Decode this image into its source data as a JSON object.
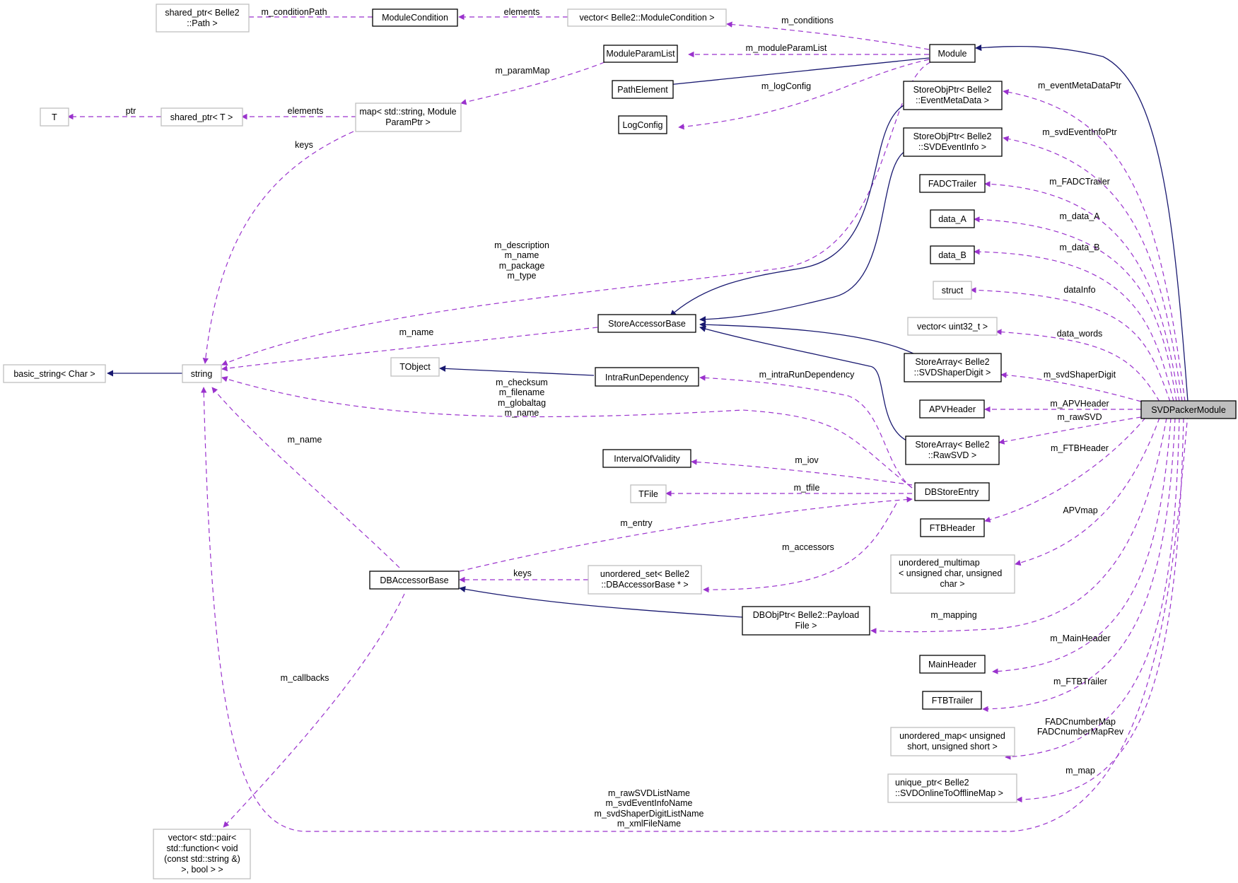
{
  "colors": {
    "usage_edge": "#9a32cd",
    "inherit_edge": "#191970",
    "focus_fill": "#bfbfbf",
    "external_border": "#bfbfbf",
    "documented_border": "#000000"
  },
  "nodes": {
    "svdPackerModule": {
      "lines": [
        "SVDPackerModule"
      ],
      "kind": "focus"
    },
    "module": {
      "lines": [
        "Module"
      ],
      "kind": "documented"
    },
    "moduleParamList": {
      "lines": [
        "ModuleParamList"
      ],
      "kind": "documented"
    },
    "pathElement": {
      "lines": [
        "PathElement"
      ],
      "kind": "documented"
    },
    "logConfig": {
      "lines": [
        "LogConfig"
      ],
      "kind": "documented"
    },
    "moduleCondition": {
      "lines": [
        "ModuleCondition"
      ],
      "kind": "documented"
    },
    "sharedPtrPath": {
      "lines": [
        "shared_ptr< Belle2",
        "::Path >"
      ],
      "kind": "external"
    },
    "vectorModuleCondition": {
      "lines": [
        "vector< Belle2::ModuleCondition >"
      ],
      "kind": "external"
    },
    "mapParam": {
      "lines": [
        "map< std::string, Module",
        "ParamPtr >"
      ],
      "kind": "external"
    },
    "sharedPtrT": {
      "lines": [
        "shared_ptr< T >"
      ],
      "kind": "external"
    },
    "T": {
      "lines": [
        "T"
      ],
      "kind": "external"
    },
    "basicString": {
      "lines": [
        "basic_string< Char >"
      ],
      "kind": "external"
    },
    "string": {
      "lines": [
        "string"
      ],
      "kind": "external"
    },
    "storeAccessorBase": {
      "lines": [
        "StoreAccessorBase"
      ],
      "kind": "documented"
    },
    "tObject": {
      "lines": [
        "TObject"
      ],
      "kind": "external"
    },
    "intraRunDependency": {
      "lines": [
        "IntraRunDependency"
      ],
      "kind": "documented"
    },
    "intervalOfValidity": {
      "lines": [
        "IntervalOfValidity"
      ],
      "kind": "documented"
    },
    "tFile": {
      "lines": [
        "TFile"
      ],
      "kind": "external"
    },
    "dbStoreEntry": {
      "lines": [
        "DBStoreEntry"
      ],
      "kind": "documented"
    },
    "dbAccessorBase": {
      "lines": [
        "DBAccessorBase"
      ],
      "kind": "documented"
    },
    "unorderedSetDBAccessor": {
      "lines": [
        "unordered_set< Belle2",
        "::DBAccessorBase * >"
      ],
      "kind": "external"
    },
    "dbObjPtrPayload": {
      "lines": [
        "DBObjPtr< Belle2::Payload",
        "File >"
      ],
      "kind": "documented"
    },
    "vectorCallbacks": {
      "lines": [
        "vector< std::pair<",
        "std::function< void",
        "(const std::string &)",
        ">, bool > >"
      ],
      "kind": "external"
    },
    "storeObjPtrEventMeta": {
      "lines": [
        "StoreObjPtr< Belle2",
        "::EventMetaData >"
      ],
      "kind": "documented"
    },
    "storeObjPtrSVDEventInfo": {
      "lines": [
        "StoreObjPtr< Belle2",
        "::SVDEventInfo >"
      ],
      "kind": "documented"
    },
    "fadcTrailer": {
      "lines": [
        "FADCTrailer"
      ],
      "kind": "documented"
    },
    "dataA": {
      "lines": [
        "data_A"
      ],
      "kind": "documented"
    },
    "dataB": {
      "lines": [
        "data_B"
      ],
      "kind": "documented"
    },
    "struct": {
      "lines": [
        "struct"
      ],
      "kind": "external"
    },
    "vectorUint32": {
      "lines": [
        "vector< uint32_t >"
      ],
      "kind": "external"
    },
    "storeArraySVDShaperDigit": {
      "lines": [
        "StoreArray< Belle2",
        "::SVDShaperDigit >"
      ],
      "kind": "documented"
    },
    "apvHeader": {
      "lines": [
        "APVHeader"
      ],
      "kind": "documented"
    },
    "storeArrayRawSVD": {
      "lines": [
        "StoreArray< Belle2",
        "::RawSVD >"
      ],
      "kind": "documented"
    },
    "ftbHeader": {
      "lines": [
        "FTBHeader"
      ],
      "kind": "documented"
    },
    "unorderedMultimap": {
      "lines": [
        "unordered_multimap",
        "< unsigned char, unsigned",
        "char >"
      ],
      "kind": "external"
    },
    "mainHeader": {
      "lines": [
        "MainHeader"
      ],
      "kind": "documented"
    },
    "ftbTrailer": {
      "lines": [
        "FTBTrailer"
      ],
      "kind": "documented"
    },
    "unorderedMapShort": {
      "lines": [
        "unordered_map< unsigned",
        "short, unsigned short >"
      ],
      "kind": "external"
    },
    "uniquePtrOnlineMap": {
      "lines": [
        "unique_ptr< Belle2",
        "::SVDOnlineToOfflineMap >"
      ],
      "kind": "external"
    }
  },
  "edges": [
    {
      "id": "e1",
      "kind": "usage",
      "labels": [
        "m_conditionPath"
      ]
    },
    {
      "id": "e2",
      "kind": "usage",
      "labels": [
        "elements"
      ]
    },
    {
      "id": "e3",
      "kind": "usage",
      "labels": [
        "m_conditions"
      ]
    },
    {
      "id": "e4",
      "kind": "usage",
      "labels": [
        "m_moduleParamList"
      ]
    },
    {
      "id": "e5",
      "kind": "inherit",
      "labels": []
    },
    {
      "id": "e6",
      "kind": "usage",
      "labels": [
        "m_logConfig"
      ]
    },
    {
      "id": "e7",
      "kind": "usage",
      "labels": [
        "m_paramMap"
      ]
    },
    {
      "id": "e8",
      "kind": "usage",
      "labels": [
        "elements"
      ]
    },
    {
      "id": "e9",
      "kind": "usage",
      "labels": [
        "ptr"
      ]
    },
    {
      "id": "e10",
      "kind": "usage",
      "labels": [
        "keys"
      ]
    },
    {
      "id": "e11",
      "kind": "inherit",
      "labels": []
    },
    {
      "id": "e12",
      "kind": "usage",
      "labels": [
        "m_description",
        "m_name",
        "m_package",
        "m_type"
      ]
    },
    {
      "id": "e13",
      "kind": "usage",
      "labels": [
        "m_name"
      ]
    },
    {
      "id": "e14",
      "kind": "usage",
      "labels": [
        "m_checksum",
        "m_filename",
        "m_globaltag",
        "m_name"
      ]
    },
    {
      "id": "e15",
      "kind": "usage",
      "labels": [
        "m_name"
      ]
    },
    {
      "id": "e16",
      "kind": "usage",
      "labels": [
        "m_rawSVDListName",
        "m_svdEventInfoName",
        "m_svdShaperDigitListName",
        "m_xmlFileName"
      ]
    },
    {
      "id": "e17",
      "kind": "inherit",
      "labels": []
    },
    {
      "id": "e18",
      "kind": "usage",
      "labels": [
        "m_intraRunDependency"
      ]
    },
    {
      "id": "e19",
      "kind": "usage",
      "labels": [
        "m_iov"
      ]
    },
    {
      "id": "e20",
      "kind": "usage",
      "labels": [
        "m_tfile"
      ]
    },
    {
      "id": "e21",
      "kind": "usage",
      "labels": [
        "m_entry"
      ]
    },
    {
      "id": "e22",
      "kind": "usage",
      "labels": [
        "m_accessors"
      ]
    },
    {
      "id": "e23",
      "kind": "usage",
      "labels": [
        "keys"
      ]
    },
    {
      "id": "e24",
      "kind": "inherit",
      "labels": []
    },
    {
      "id": "e25",
      "kind": "usage",
      "labels": [
        "m_callbacks"
      ]
    },
    {
      "id": "e26",
      "kind": "inherit",
      "labels": []
    },
    {
      "id": "e27",
      "kind": "inherit",
      "labels": []
    },
    {
      "id": "e28",
      "kind": "inherit",
      "labels": []
    },
    {
      "id": "e29",
      "kind": "inherit",
      "labels": []
    },
    {
      "id": "e30",
      "kind": "inherit",
      "labels": []
    },
    {
      "id": "e31",
      "kind": "usage",
      "labels": [
        "m_eventMetaDataPtr"
      ]
    },
    {
      "id": "e32",
      "kind": "usage",
      "labels": [
        "m_svdEventInfoPtr"
      ]
    },
    {
      "id": "e33",
      "kind": "usage",
      "labels": [
        "m_FADCTrailer"
      ]
    },
    {
      "id": "e34",
      "kind": "usage",
      "labels": [
        "m_data_A"
      ]
    },
    {
      "id": "e35",
      "kind": "usage",
      "labels": [
        "m_data_B"
      ]
    },
    {
      "id": "e36",
      "kind": "usage",
      "labels": [
        "dataInfo"
      ]
    },
    {
      "id": "e37",
      "kind": "usage",
      "labels": [
        "data_words"
      ]
    },
    {
      "id": "e38",
      "kind": "usage",
      "labels": [
        "m_svdShaperDigit"
      ]
    },
    {
      "id": "e39",
      "kind": "usage",
      "labels": [
        "m_APVHeader"
      ]
    },
    {
      "id": "e40",
      "kind": "usage",
      "labels": [
        "m_rawSVD"
      ]
    },
    {
      "id": "e41",
      "kind": "usage",
      "labels": [
        "m_FTBHeader"
      ]
    },
    {
      "id": "e42",
      "kind": "usage",
      "labels": [
        "APVmap"
      ]
    },
    {
      "id": "e43",
      "kind": "usage",
      "labels": [
        "m_mapping"
      ]
    },
    {
      "id": "e44",
      "kind": "usage",
      "labels": [
        "m_MainHeader"
      ]
    },
    {
      "id": "e45",
      "kind": "usage",
      "labels": [
        "m_FTBTrailer"
      ]
    },
    {
      "id": "e46",
      "kind": "usage",
      "labels": [
        "FADCnumberMap",
        "FADCnumberMapRev"
      ]
    },
    {
      "id": "e47",
      "kind": "usage",
      "labels": [
        "m_map"
      ]
    }
  ]
}
